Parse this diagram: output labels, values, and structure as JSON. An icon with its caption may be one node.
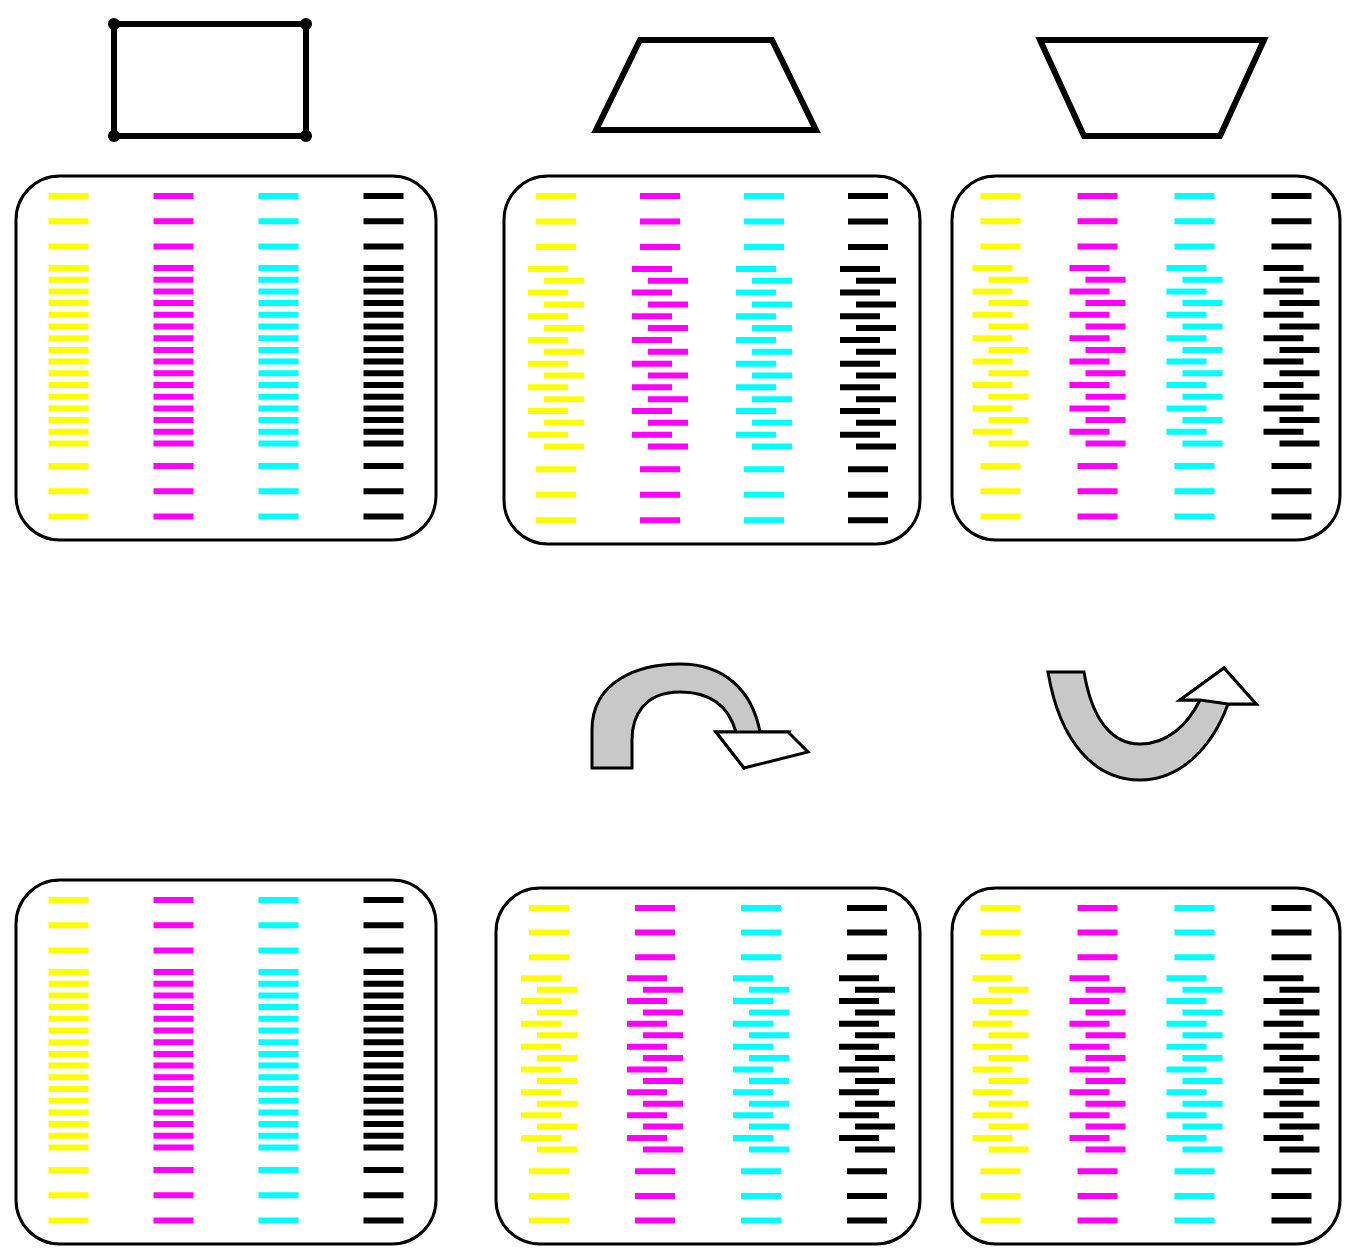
{
  "diagram": {
    "nodes": [
      {
        "text": [],
        "shape": "box"
      },
      {
        "text": [],
        "shape": "trapezoid"
      },
      {
        "text": [],
        "shape": "trapezoid"
      },
      {
        "text": [],
        "shape": "box"
      },
      {
        "text": [],
        "shape": "box"
      },
      {
        "text": [],
        "shape": "box"
      },
      {
        "text": [],
        "shape": "box"
      },
      {
        "text": [],
        "shape": "box"
      },
      {
        "text": [],
        "shape": "box"
      }
    ]
  }
}
